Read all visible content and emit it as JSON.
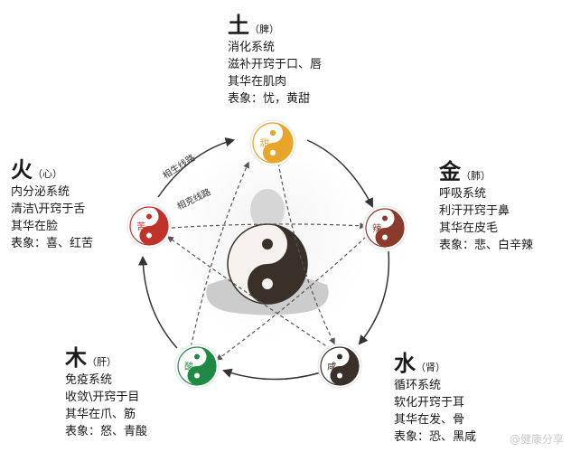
{
  "elements": {
    "earth": {
      "name": "土",
      "organ": "（脾）",
      "taste": "甜",
      "color": "#e7a62a",
      "lines": [
        "消化系统",
        "滋补开窍于口、唇",
        "其华在肌肉",
        "表象：忧，黄甜"
      ]
    },
    "metal": {
      "name": "金",
      "organ": "（肺）",
      "taste": "辣",
      "color": "#8a3b2c",
      "lines": [
        "呼吸系统",
        "利汗开窍于鼻",
        "其华在皮毛",
        "表象：悲、白辛辣"
      ]
    },
    "water": {
      "name": "水",
      "organ": "（肾）",
      "taste": "咸",
      "color": "#3a302a",
      "lines": [
        "循环系统",
        "软化开窍于耳",
        "其华在发、骨",
        "表象：恐、黑咸"
      ]
    },
    "wood": {
      "name": "木",
      "organ": "（肝）",
      "taste": "酸",
      "color": "#1f8a43",
      "lines": [
        "免疫系统",
        "收敛\\开窍于目",
        "其华在爪、筋",
        "表象：怒、青酸"
      ]
    },
    "fire": {
      "name": "火",
      "organ": "（心）",
      "taste": "苦",
      "color": "#c1322a",
      "lines": [
        "内分泌系统",
        "清洁\\开窍于舌",
        "其华在脸",
        "表象：喜、红苦"
      ]
    }
  },
  "arrows": {
    "generate": "相生线路",
    "restrain": "相克线路"
  },
  "watermark": "@健康分享"
}
